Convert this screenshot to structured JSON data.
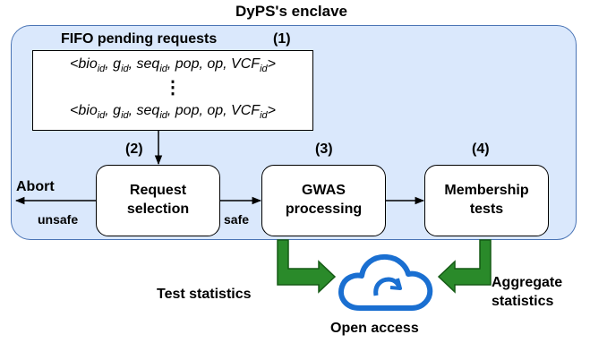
{
  "title": "DyPS's enclave",
  "fifo": {
    "heading": "FIFO pending requests",
    "step": "(1)",
    "tuple_parts": [
      "<bio",
      "id",
      ", g",
      "id",
      ", seq",
      "id",
      ", pop, op, VCF",
      "id",
      ">"
    ],
    "ellipsis": "⋮"
  },
  "steps": {
    "s2": "(2)",
    "s3": "(3)",
    "s4": "(4)"
  },
  "boxes": {
    "request_selection": [
      "Request",
      "selection"
    ],
    "gwas": [
      "GWAS",
      "processing"
    ],
    "membership": [
      "Membership",
      "tests"
    ]
  },
  "labels": {
    "abort": "Abort",
    "unsafe": "unsafe",
    "safe": "safe",
    "test_statistics": "Test statistics",
    "aggregate": [
      "Aggregate",
      "statistics"
    ],
    "open_access": "Open access"
  },
  "colors": {
    "enclave_fill": "#dae8fc",
    "enclave_border": "#4a74b5",
    "green_arrow": "#1f7a1f",
    "cloud": "#1a6fd1"
  }
}
